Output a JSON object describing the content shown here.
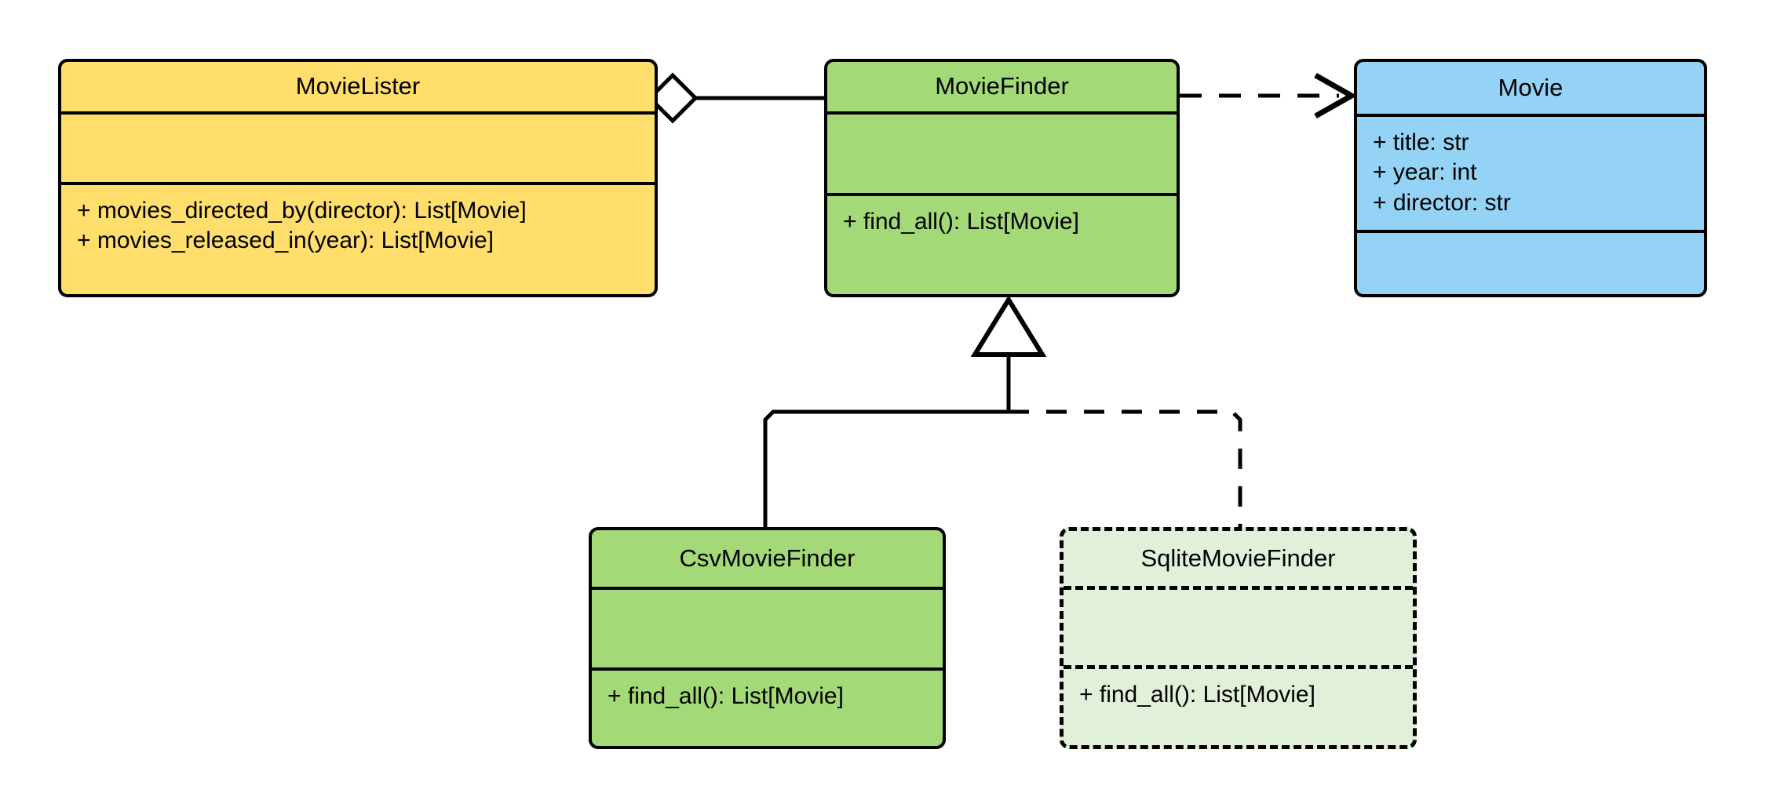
{
  "diagram": {
    "title": "MovieLister dependency injection class diagram",
    "type": "uml-class-diagram",
    "background": "#ffffff",
    "line_color": "#000000"
  },
  "palette": {
    "yellow": "#FFDE6B",
    "green": "#A3D977",
    "blue": "#94D3F5",
    "light_green": "#E2F0D9",
    "stroke": "#000000"
  },
  "classes": [
    {
      "id": "movie-lister",
      "name": "MovieLister",
      "fill": "#FFDE6B",
      "style": "solid",
      "attributes": [],
      "methods": [
        "+ movies_directed_by(director): List[Movie]",
        "+ movies_released_in(year): List[Movie]"
      ]
    },
    {
      "id": "movie-finder",
      "name": "MovieFinder",
      "fill": "#A3D977",
      "style": "solid",
      "attributes": [],
      "methods": [
        "+ find_all(): List[Movie]"
      ]
    },
    {
      "id": "movie",
      "name": "Movie",
      "fill": "#94D3F5",
      "style": "solid",
      "attributes": [
        "+ title: str",
        "+ year: int",
        "+ director: str"
      ],
      "methods": []
    },
    {
      "id": "csv-movie-finder",
      "name": "CsvMovieFinder",
      "fill": "#A3D977",
      "style": "solid",
      "attributes": [],
      "methods": [
        "+ find_all(): List[Movie]"
      ]
    },
    {
      "id": "sqlite-movie-finder",
      "name": "SqliteMovieFinder",
      "fill": "#E2F0D9",
      "style": "dashed",
      "attributes": [],
      "methods": [
        "+ find_all(): List[Movie]"
      ]
    }
  ],
  "relationships": [
    {
      "id": "lister-finder",
      "type": "aggregation",
      "from": "MovieLister",
      "to": "MovieFinder",
      "line": "solid",
      "end_marker": "hollow-diamond"
    },
    {
      "id": "finder-movie",
      "type": "dependency",
      "from": "MovieFinder",
      "to": "Movie",
      "line": "dashed",
      "end_marker": "open-arrow"
    },
    {
      "id": "csv-inherits-finder",
      "type": "generalization",
      "from": "CsvMovieFinder",
      "to": "MovieFinder",
      "line": "solid",
      "end_marker": "hollow-triangle"
    },
    {
      "id": "sqlite-inherits-finder",
      "type": "generalization",
      "from": "SqliteMovieFinder",
      "to": "MovieFinder",
      "line": "dashed",
      "end_marker": "hollow-triangle"
    }
  ]
}
